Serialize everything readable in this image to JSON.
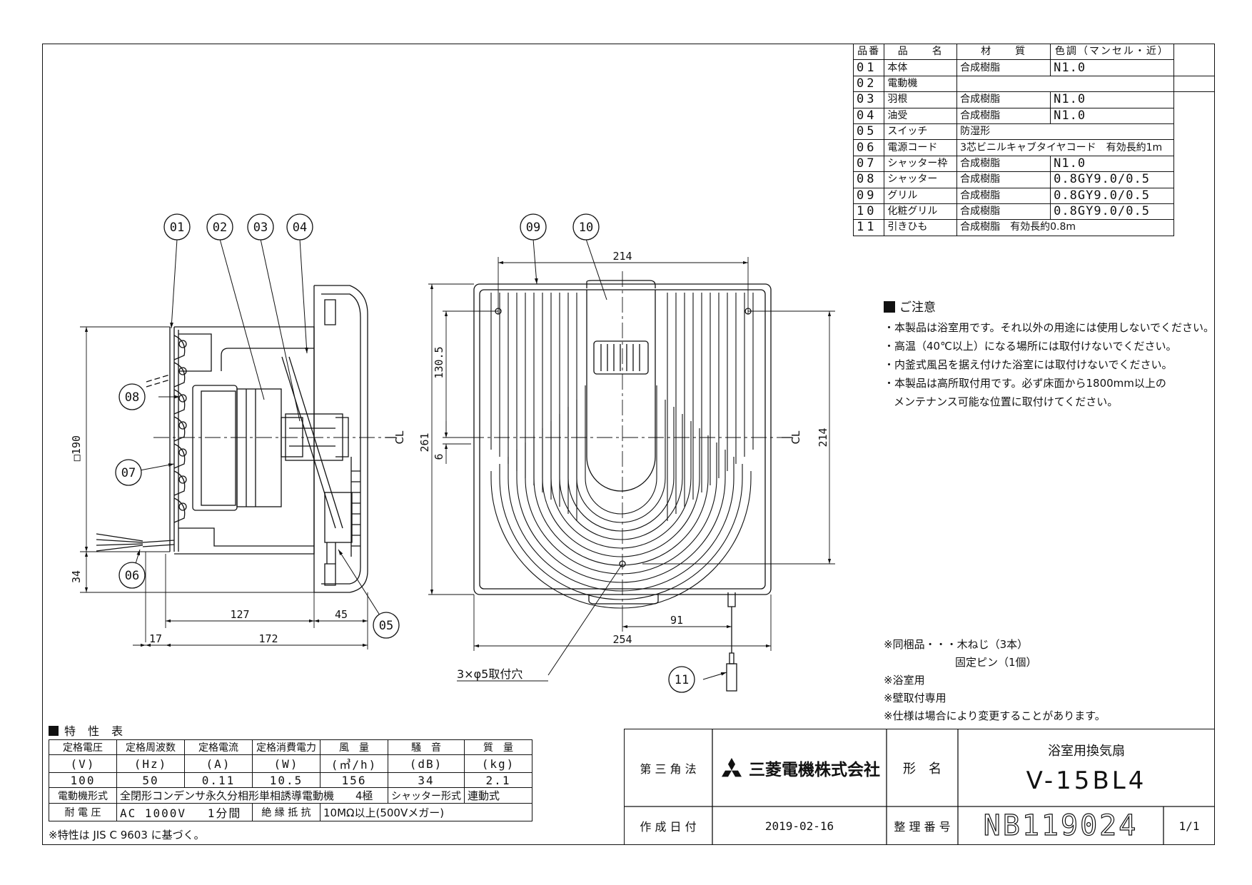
{
  "parts_table": {
    "headers": [
      "品番",
      "品　　名",
      "材　　質",
      "色調（マンセル・近）"
    ],
    "rows": [
      {
        "no": "01",
        "name": "本体",
        "material": "合成樹脂",
        "color": "N1.0"
      },
      {
        "no": "02",
        "name": "電動機",
        "material": "",
        "color": ""
      },
      {
        "no": "03",
        "name": "羽根",
        "material": "合成樹脂",
        "color": "N1.0"
      },
      {
        "no": "04",
        "name": "油受",
        "material": "合成樹脂",
        "color": "N1.0"
      },
      {
        "no": "05",
        "name": "スイッチ",
        "material": "防湿形",
        "color": ""
      },
      {
        "no": "06",
        "name": "電源コード",
        "material": "3芯ビニルキャブタイヤコード　有効長約1m",
        "color": ""
      },
      {
        "no": "07",
        "name": "シャッター枠",
        "material": "合成樹脂",
        "color": "N1.0"
      },
      {
        "no": "08",
        "name": "シャッター",
        "material": "合成樹脂",
        "color": "0.8GY9.0/0.5"
      },
      {
        "no": "09",
        "name": "グリル",
        "material": "合成樹脂",
        "color": "0.8GY9.0/0.5"
      },
      {
        "no": "10",
        "name": "化粧グリル",
        "material": "合成樹脂",
        "color": "0.8GY9.0/0.5"
      },
      {
        "no": "11",
        "name": "引きひも",
        "material": "合成樹脂　有効長約0.8m",
        "color": ""
      }
    ]
  },
  "callouts": [
    "01",
    "02",
    "03",
    "04",
    "05",
    "06",
    "07",
    "08",
    "09",
    "10",
    "11"
  ],
  "dimensions": {
    "side_height": "□190",
    "side_bottom": "34",
    "side_127": "127",
    "side_45": "45",
    "side_17": "17",
    "side_172": "172",
    "front_top": "214",
    "front_1305": "130.5",
    "front_261": "261",
    "front_6": "6",
    "front_right": "214",
    "front_91": "91",
    "front_254": "254",
    "hole_label": "3×φ5取付穴",
    "cl": "CL"
  },
  "notes": {
    "title": "ご注意",
    "lines": [
      "・本製品は浴室用です。それ以外の用途には使用しないでください。",
      "・高温（40℃以上）になる場所には取付けないでください。",
      "・内釜式風呂を据え付けた浴室には取付けないでください。",
      "・本製品は高所取付用です。必ず床面から1800mm以上の",
      "メンテナンス可能な位置に取付けてください。"
    ]
  },
  "extras": {
    "bundled_1": "※同梱品・・・木ねじ（3本）",
    "bundled_2": "固定ピン（1個）",
    "bath": "※浴室用",
    "wall": "※壁取付専用",
    "spec_change": "※仕様は場合により変更することがあります。"
  },
  "spec": {
    "title": "特 性 表",
    "headers": [
      "定格電圧",
      "定格周波数",
      "定格電流",
      "定格消費電力",
      "風　量",
      "騒　音",
      "質　量"
    ],
    "units": [
      "(V)",
      "(Hz)",
      "(A)",
      "(W)",
      "(㎥/h)",
      "(dB)",
      "(kg)"
    ],
    "values": [
      "100",
      "50",
      "0.11",
      "10.5",
      "156",
      "34",
      "2.1"
    ],
    "motor_label": "電動機形式",
    "motor_value": "全閉形コンデンサ永久分相形単相誘導電動機　　4極",
    "shutter_label": "シャッター形式",
    "shutter_value": "連動式",
    "voltage_label": "耐 電 圧",
    "voltage_value": "AC 1000V　 1分間",
    "insulation_label": "絶 縁 抵 抗",
    "insulation_value": "10MΩ以上(500Vメガー)",
    "note": "※特性は JIS C 9603 に基づく。"
  },
  "title_block": {
    "projection": "第 三 角 法",
    "company": "三菱電機株式会社",
    "model_label": "形　名",
    "product": "浴室用換気扇",
    "model": "V-15BL4",
    "date_label": "作 成 日 付",
    "date": "2019-02-16",
    "number_label": "整 理 番 号",
    "number": "NB119024",
    "page": "1/1"
  }
}
